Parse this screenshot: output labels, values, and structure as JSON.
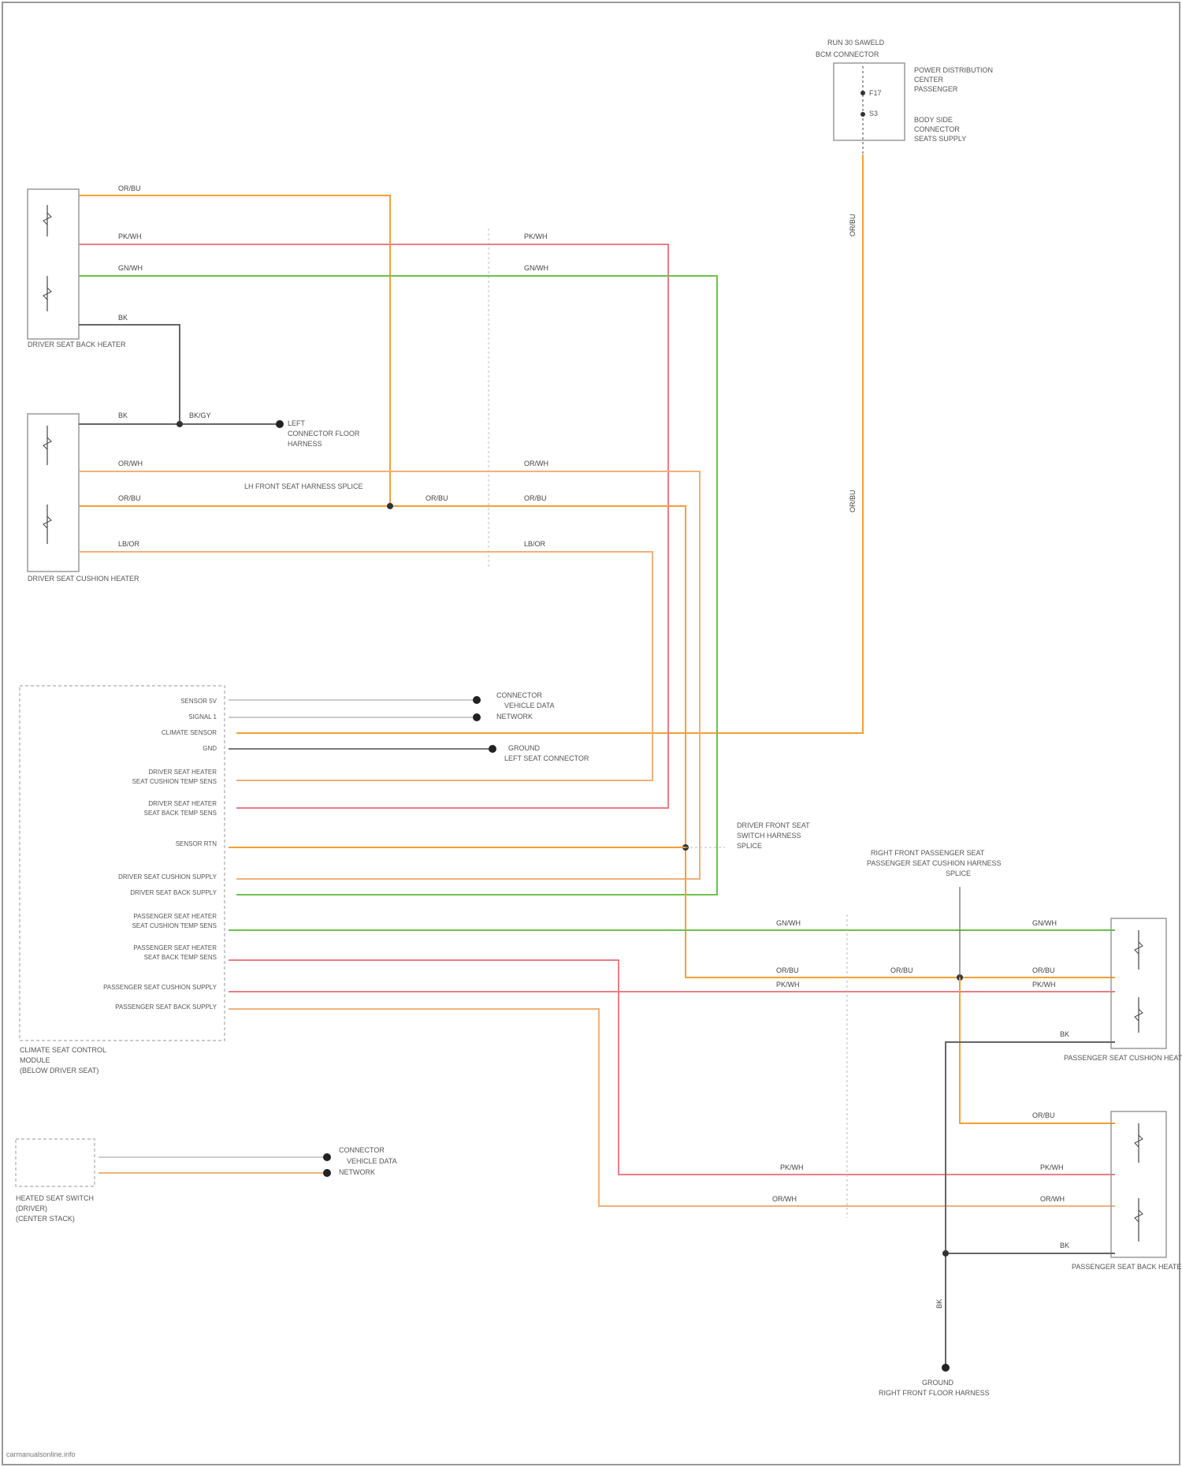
{
  "wire_colors": {
    "orange": "#f5a033",
    "pink": "#ec7d86",
    "green": "#6cc24a",
    "gray": "#666666",
    "light_orange": "#f2b079",
    "frame": "#999999"
  },
  "labels": {
    "top_component_title": "RUN 30 SAWELD",
    "top_component_sub": "BCM CONNECTOR",
    "top_component_side_1": "POWER DISTRIBUTION",
    "top_component_side_2": "CENTER",
    "top_component_side_3": "PASSENGER",
    "top_component_side_4": "BODY SIDE",
    "top_component_side_5": "CONNECTOR",
    "top_component_side_6": "SEATS SUPPLY",
    "driver_back_heater": "DRIVER SEAT BACK HEATER",
    "driver_cushion_heater": "DRIVER SEAT CUSHION HEATER",
    "ground_note_1": "LEFT",
    "ground_note_2": "CONNECTOR FLOOR",
    "ground_note_3": "HARNESS",
    "splice_note": "LH FRONT SEAT HARNESS SPLICE",
    "module_caption_1": "CLIMATE SEAT CONTROL",
    "module_caption_2": "MODULE",
    "module_caption_3": "(BELOW DRIVER SEAT)",
    "switch_caption_1": "HEATED SEAT SWITCH",
    "switch_caption_2": "(DRIVER)",
    "switch_caption_3": "(CENTER STACK)",
    "conn_a1": "CONNECTOR",
    "conn_a2": "VEHICLE DATA",
    "conn_a3": "NETWORK",
    "conn_b1": "GROUND",
    "conn_b2": "LEFT SEAT CONNECTOR",
    "conn_c1": "CONNECTOR",
    "conn_c2": "VEHICLE DATA",
    "conn_c3": "NETWORK",
    "mid_note_1": "DRIVER FRONT SEAT",
    "mid_note_2": "SWITCH HARNESS",
    "mid_note_3": "SPLICE",
    "right_note_1": "RIGHT FRONT PASSENGER SEAT",
    "right_note_2": "PASSENGER SEAT CUSHION HARNESS",
    "right_note_3": "SPLICE",
    "pass_cushion_heater": "PASSENGER SEAT CUSHION HEATER",
    "pass_back_heater": "PASSENGER SEAT BACK HEATER",
    "bottom_ground_1": "GROUND",
    "bottom_ground_2": "RIGHT FRONT FLOOR HARNESS",
    "credit": "carmanualsonline.info"
  },
  "module_pins": [
    "SENSOR 5V",
    "SIGNAL 1",
    "CLIMATE SENSOR",
    "GND",
    "DRIVER SEAT HEATER",
    "SEAT CUSHION TEMP SENS",
    "DRIVER SEAT HEATER",
    "SEAT BACK TEMP SENS",
    "SENSOR RTN",
    "DRIVER SEAT CUSHION SUPPLY",
    "DRIVER SEAT BACK SUPPLY",
    "PASSENGER SEAT HEATER",
    "SEAT CUSHION TEMP SENS",
    "PASSENGER SEAT HEATER",
    "SEAT BACK TEMP SENS",
    "PASSENGER SEAT CUSHION SUPPLY",
    "PASSENGER SEAT BACK SUPPLY"
  ],
  "wire_codes": {
    "w1": "OR/BU",
    "w2": "PK/WH",
    "w3": "GN/WH",
    "w4": "BK",
    "w5": "BK/GY",
    "w6": "OR/WH",
    "w7": "OR/BU",
    "w8": "LB/OR",
    "w9": "OR/BU",
    "w10": "OR/WH",
    "w11": "OR/WH",
    "w12": "BK",
    "w13": "GN/WH",
    "w14": "PK/WH"
  }
}
